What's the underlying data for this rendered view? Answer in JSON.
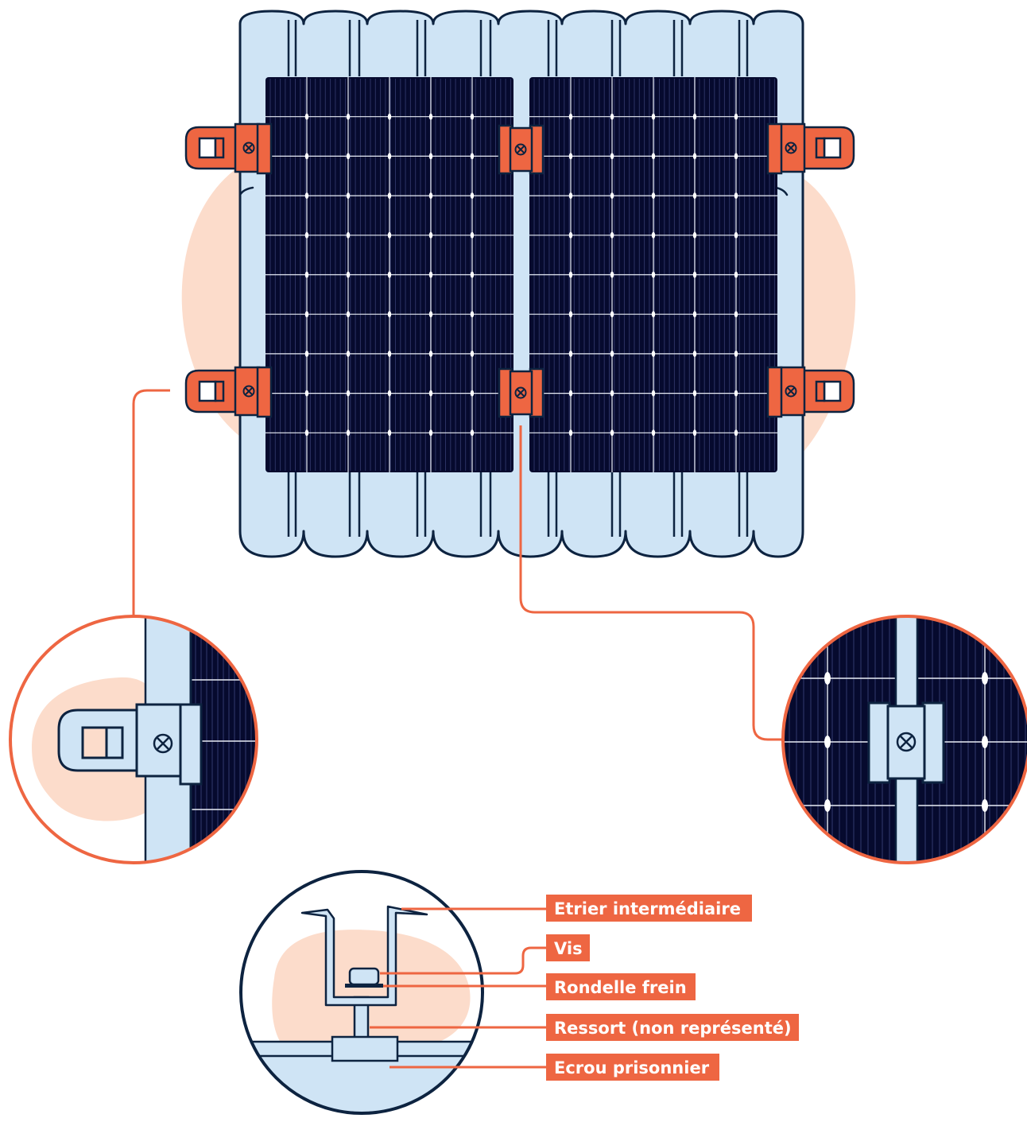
{
  "colors": {
    "navy": "#0d2340",
    "cell": "#060a2e",
    "cell_line": "#2c3264",
    "grid_line": "#e8ecf6",
    "roof": "#cfe4f5",
    "orange": "#ee6642",
    "peach": "#fcdccb",
    "white": "#ffffff"
  },
  "icons": {
    "end_clamp": "end-clamp-icon",
    "mid_clamp": "mid-clamp-icon",
    "screw": "screw-cross-icon"
  },
  "callouts": [
    {
      "id": "etrier",
      "label": "Etrier intermédiaire"
    },
    {
      "id": "vis",
      "label": "Vis"
    },
    {
      "id": "rondelle",
      "label": "Rondelle frein"
    },
    {
      "id": "ressort",
      "label": "Ressort (non représenté)"
    },
    {
      "id": "ecrou",
      "label": "Ecrou prisonnier"
    }
  ]
}
